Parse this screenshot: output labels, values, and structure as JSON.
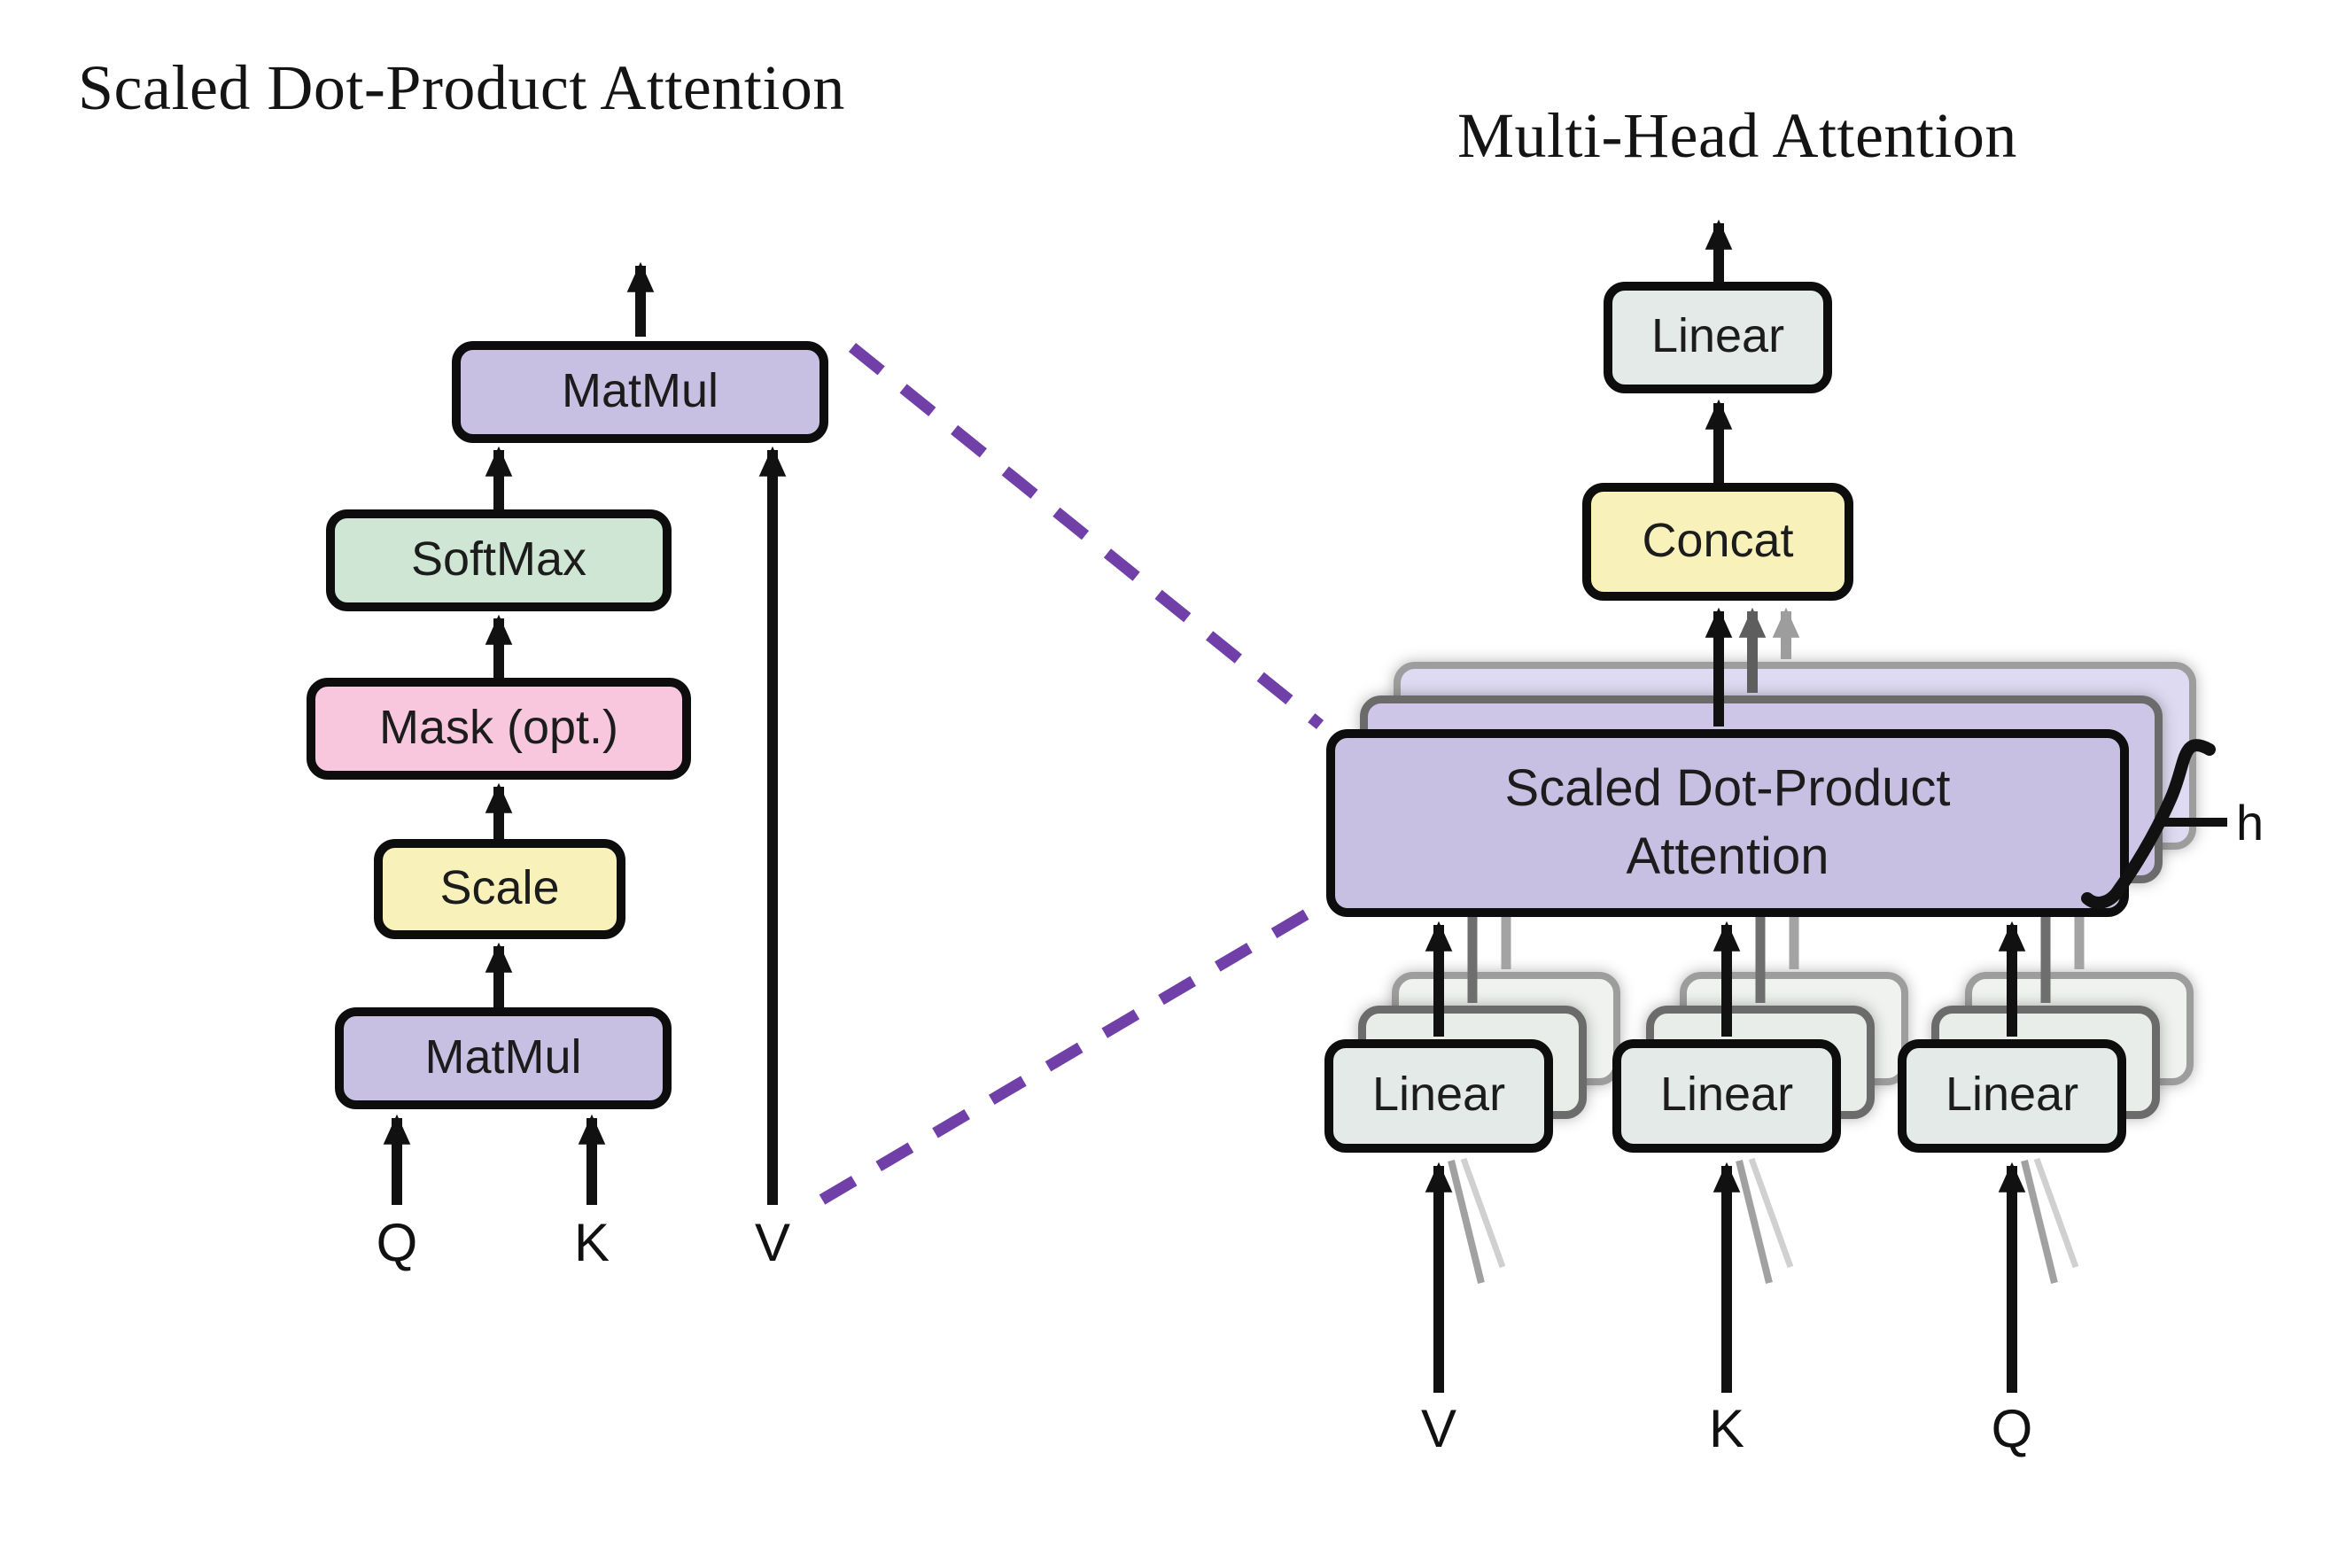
{
  "figure": {
    "left": {
      "title": "Scaled Dot-Product Attention",
      "matmul_top": "MatMul",
      "softmax": "SoftMax",
      "mask": "Mask (opt.)",
      "scale": "Scale",
      "matmul_bottom": "MatMul",
      "input_q": "Q",
      "input_k": "K",
      "input_v": "V"
    },
    "right": {
      "title": "Multi-Head Attention",
      "linear_top": "Linear",
      "concat": "Concat",
      "attention_line1": "Scaled Dot-Product",
      "attention_line2": "Attention",
      "linear": "Linear",
      "head_count": "h",
      "input_v": "V",
      "input_k": "K",
      "input_q": "Q"
    },
    "colors": {
      "purple_fill": "#c8c0e2",
      "ghost_purple_1": "#cdc6e7",
      "ghost_purple_2": "#dedaf1",
      "green_fill": "#cfe6d4",
      "pink_fill": "#f8c7dd",
      "yellow_fill": "#f8f2ba",
      "gray_green_fill": "#e4eae7",
      "dash_purple": "#7040a8",
      "arrow_black": "#111111",
      "arrow_dark_gray": "#5e5e5e",
      "arrow_light_gray": "#9d9d9d"
    }
  }
}
